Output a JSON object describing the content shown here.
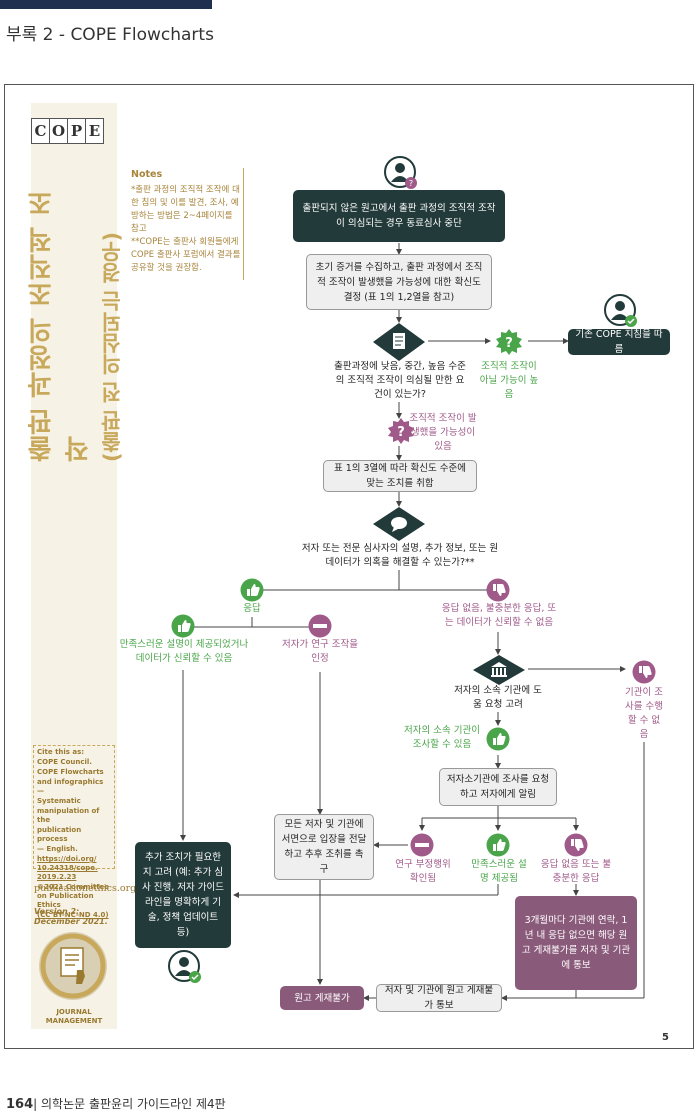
{
  "header": {
    "title": "부록 2 - COPE Flowcharts"
  },
  "logo": {
    "letters": [
      "C",
      "O",
      "P",
      "E"
    ]
  },
  "vertical_title": {
    "main": "출판 과정의 조직적 조작",
    "sub": "(출판 전 의심되는 경우)"
  },
  "notes": {
    "title": "Notes",
    "note1": "*출판 과정의 조직적 조작에 대한 침의 및 이를 발견, 조사, 예방하는 방법은 2~4페이지를 참고",
    "note2": "**COPE는 출판사 회원들에게 COPE 출판사 포럼에서 결과를 공유할 것을 권장함."
  },
  "cite": {
    "lines": [
      "Cite this as:",
      "COPE Council.",
      "COPE Flowcharts",
      "and infographics —",
      "Systematic",
      "manipulation of the",
      "publication process",
      "— English."
    ],
    "doi": "https://doi.org/ 10.24318/cope. 2019.2.23",
    "copyright": "©2021 Committee on Publication Ethics",
    "license": "(CC BY-NC-ND 4.0)"
  },
  "site": "publicationethics.org",
  "version": "Version 2: December 2021.",
  "journal": {
    "label": "JOURNAL MANAGEMENT"
  },
  "flow": {
    "start": "출판되지 않은 원고에서 출판 과정의 조직적 조작이 의심되는 경우 동료심사 중단",
    "collect": "초기 증거를 수집하고, 출판 과정에서 조직적 조작이 발생했을 가능성에 대한 확신도결정 (표 1의 1,2열을 참고)",
    "q_level": "출판과정에 낮음, 중간, 높음 수준의 조직적 조작이 의심될 만한 요건이 있는가?",
    "unlikely": "조직적 조작이 아닐 가능이 높음",
    "follow_cope": "기존 COPE 지침을 따름",
    "possible": "조직적 조작이 발생했을 가능성이 있음",
    "take_action": "표 1의 3열에 따라 확신도 수준에 맞는 조치를 취함",
    "q_explain": "저자 또는 전문 심사자의 설명, 추가 정보, 또는 원 데이터가 의혹을 해결할 수 있는가?**",
    "response": "응답",
    "no_response": "응답 없음, 불충분한 응답, 또는 데이터가 신뢰할 수 없음",
    "satisfactory": "만족스러운 설명이 제공되었거나 데이터가 신뢰할 수 있음",
    "admit": "저자가 연구 조작을 인정",
    "consider_inst": "저자의 소속 기관에 도움 요청 고려",
    "inst_cannot": "기관이 조사를 수행할 수 없음",
    "inst_can": "저자의 소속 기관이 조사할 수 있음",
    "ask_inst": "저자소기관에 조사를 요청하고 저자에게 알림",
    "all_authors": "모든 저자 및 기관에 서면으로 입장을 전달하고 추후 조취를 촉구",
    "misconduct": "연구 부정행위 확인됨",
    "sat_explain": "만족스러운 설명 제공됨",
    "no_resp2": "응답 없음 또는 불충분한 응답",
    "further": "추가 조치가 필요한지 고려 (예: 추가 심사 진행, 저자 가이드라인을 명확하게 기술, 정책 업데이트 등)",
    "contact3m": "3개월마다 기관에 연락, 1년 내 응답 없으면 해당 원고 게재불가를 저자 및 기관에 통보",
    "notify_reject": "저자 및 기관에 원고 게재불가 통보",
    "reject": "원고 게재불가"
  },
  "page_number": "5",
  "footer": {
    "page": "164",
    "text": "| 의학논문 출판윤리 가이드라인 제4판"
  },
  "colors": {
    "dark": "#233a3a",
    "plum": "#8a5a7a",
    "green": "#4aa54a",
    "purple": "#a05a8a",
    "gold": "#c8a85a"
  }
}
